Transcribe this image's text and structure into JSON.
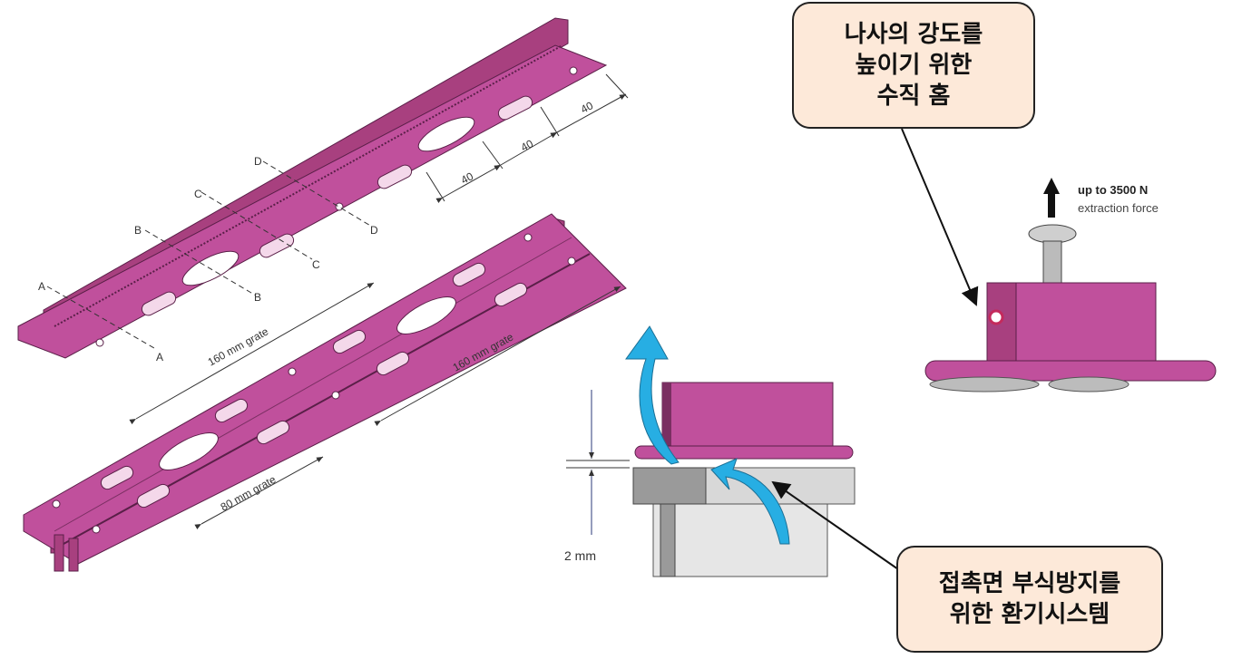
{
  "callouts": {
    "top": [
      "나사의 강도를",
      "높이기 위한",
      "수직 홈"
    ],
    "bottom": [
      "접촉면 부식방지를",
      "위한 환기시스템"
    ]
  },
  "rail_top": {
    "sections": [
      "A",
      "A",
      "B",
      "B",
      "C",
      "C",
      "D",
      "D"
    ],
    "dims": [
      "40",
      "40",
      "40"
    ]
  },
  "rail_bottom": {
    "dims": [
      "160 mm grate",
      "160 mm grate",
      "80 mm grate"
    ]
  },
  "force": {
    "value": "up to 3500 N",
    "label": "extraction force"
  },
  "gap": {
    "label": "2 mm"
  },
  "colors": {
    "rail": "#c0509c",
    "rail_dark": "#7a2f62",
    "rail_light": "#d77cb8",
    "airflow": "#27aee3",
    "callout_bg": "#fde9d9"
  }
}
